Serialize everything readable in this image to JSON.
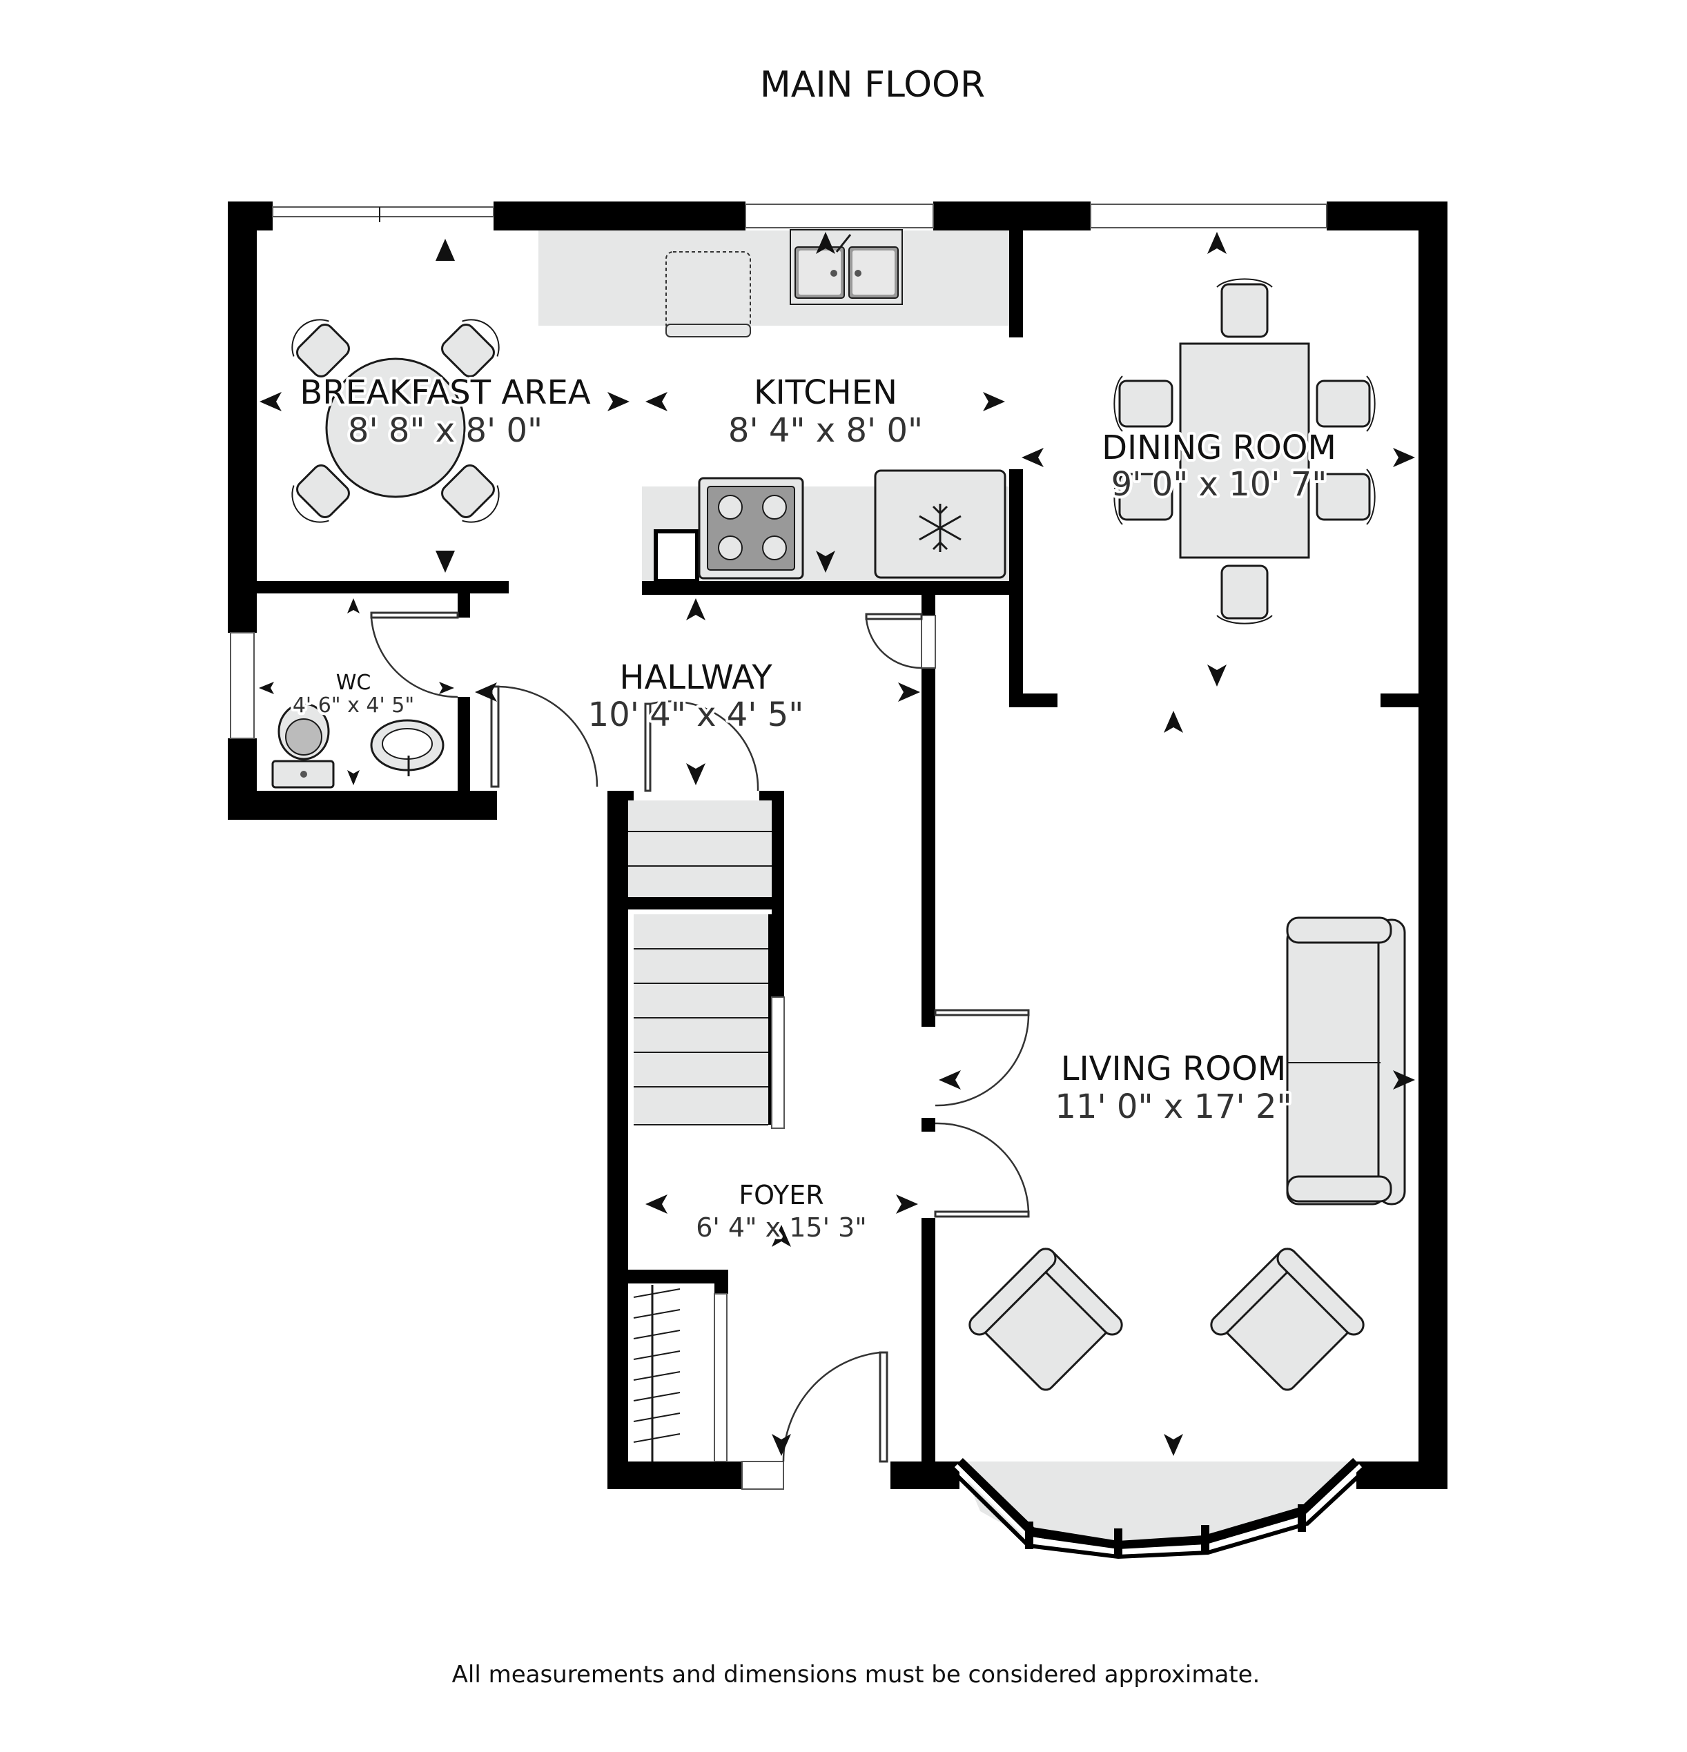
{
  "title": "MAIN FLOOR",
  "disclaimer": "All measurements and dimensions must be considered approximate.",
  "rooms": {
    "breakfast": {
      "name": "BREAKFAST AREA",
      "dims": "8' 8\" x 8' 0\""
    },
    "kitchen": {
      "name": "KITCHEN",
      "dims": "8' 4\" x 8' 0\""
    },
    "dining": {
      "name": "DINING ROOM",
      "dims": "9' 0\" x 10' 7\""
    },
    "wc": {
      "name": "WC",
      "dims": "4' 6\" x 4' 5\""
    },
    "hallway": {
      "name": "HALLWAY",
      "dims": "10' 4\" x 4' 5\""
    },
    "living": {
      "name": "LIVING ROOM",
      "dims": "11' 0\" x 17' 2\""
    },
    "foyer": {
      "name": "FOYER",
      "dims": "6' 4\" x 15' 3\""
    }
  },
  "icons": {
    "refrigerator": "snowflake-icon",
    "dimension_marker": "arrowhead-icon"
  },
  "colors": {
    "wall": "#000000",
    "furniture_fill": "#e6e7e7",
    "background": "#ffffff"
  }
}
